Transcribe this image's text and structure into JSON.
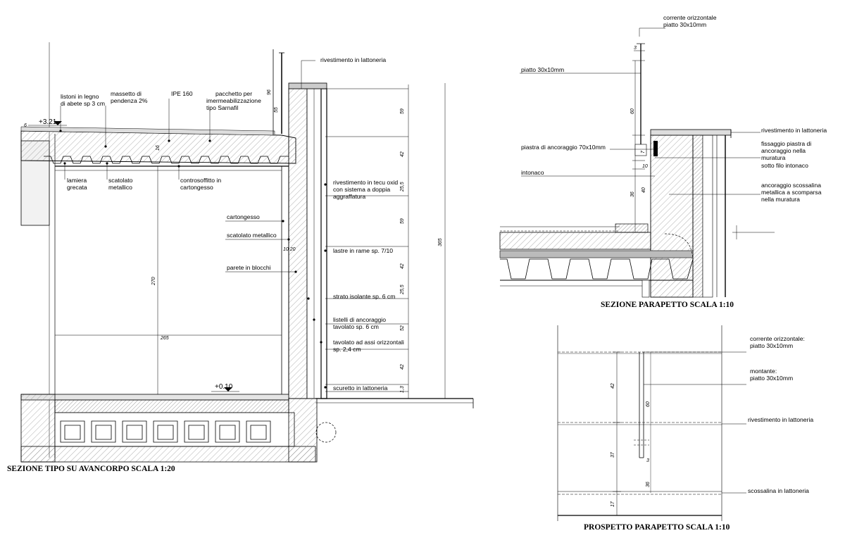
{
  "titles": {
    "sezione_tipo": "SEZIONE TIPO SU AVANCORPO SCALA 1:20",
    "sezione_parapetto": "SEZIONE PARAPETTO SCALA 1:10",
    "prospetto_parapetto": "PROSPETTO PARAPETTO SCALA 1:10"
  },
  "levels": {
    "top": "+3.21",
    "floor": "+0.10"
  },
  "left_labels": {
    "rivestimento_lattoneria": "rivestimento in lattoneria",
    "listoni_1": "listoni in legno",
    "listoni_2": "di abete sp 3 cm",
    "massetto_1": "massetto di",
    "massetto_2": "pendenza 2%",
    "ipe": "IPE 160",
    "pacchetto_1": "pacchetto per",
    "pacchetto_2": "imermeabilizzazione",
    "pacchetto_3": "tipo Sarnafil",
    "lamiera_1": "lamiera",
    "lamiera_2": "grecata",
    "scatolato_1": "scatolato",
    "scatolato_2": "metallico",
    "controsoffitto_1": "controsoffitto in",
    "controsoffitto_2": "cartongesso",
    "tecu_1": "rivestimento in tecu oxid",
    "tecu_2": "con sistema a doppia",
    "tecu_3": "aggraffatura",
    "cartongesso": "cartongesso",
    "scatolato_metallico": "scatolato metallico",
    "parete_blocchi": "parete in blocchi",
    "lastre": "lastre in rame sp. 7/10",
    "strato": "strato isolante  sp. 6 cm",
    "listelli_1": "listelli di ancoraggio",
    "listelli_2": "tavolato  sp. 6 cm",
    "tavolato_1": "tavolato ad assi orizzontali",
    "tavolato_2": "sp. 2,4 cm",
    "scuretto": "scuretto in lattoneria"
  },
  "left_dims": {
    "d59a": "59",
    "d42a": "42",
    "d255a": "25,5",
    "d59b": "59",
    "d42b": "42",
    "d255b": "25,5",
    "d52": "52",
    "d42c": "42",
    "d13": "1,3",
    "d365": "365",
    "d270": "270",
    "d265": "265",
    "d96": "96",
    "d55": "55",
    "d16": "16",
    "d6": "6",
    "d10_20": "10 20"
  },
  "right_top_labels": {
    "corrente_1": "corrente orizzontale",
    "corrente_2": "piatto 30x10mm",
    "piatto": "piatto 30x10mm",
    "rivestimento": "rivestimento in lattoneria",
    "piastra": "piastra di ancoraggio 70x10mm",
    "fissaggio_1": "fissaggio piastra di",
    "fissaggio_2": "ancoraggio nella",
    "fissaggio_3": "muratura",
    "fissaggio_4": "sotto filo intonaco",
    "intonaco": "intonaco",
    "ancoraggio_1": "ancoraggio scossalina",
    "ancoraggio_2": "metallica a scomparsa",
    "ancoraggio_3": "nella muratura"
  },
  "right_top_dims": {
    "d60": "60",
    "d7": "7",
    "d10": "10",
    "d40": "40",
    "d36": "36",
    "d3": "3"
  },
  "right_bottom_labels": {
    "corrente_1": "corrente orizzontale:",
    "corrente_2": "piatto 30x10mm",
    "montante_1": "montante:",
    "montante_2": "piatto 30x10mm",
    "rivestimento": "rivestimento in lattoneria",
    "scossalina": "scossalina in lattoneria"
  },
  "right_bottom_dims": {
    "d42": "42",
    "d60": "60",
    "d37": "37",
    "d36": "36",
    "d17": "17",
    "d3": "3"
  }
}
